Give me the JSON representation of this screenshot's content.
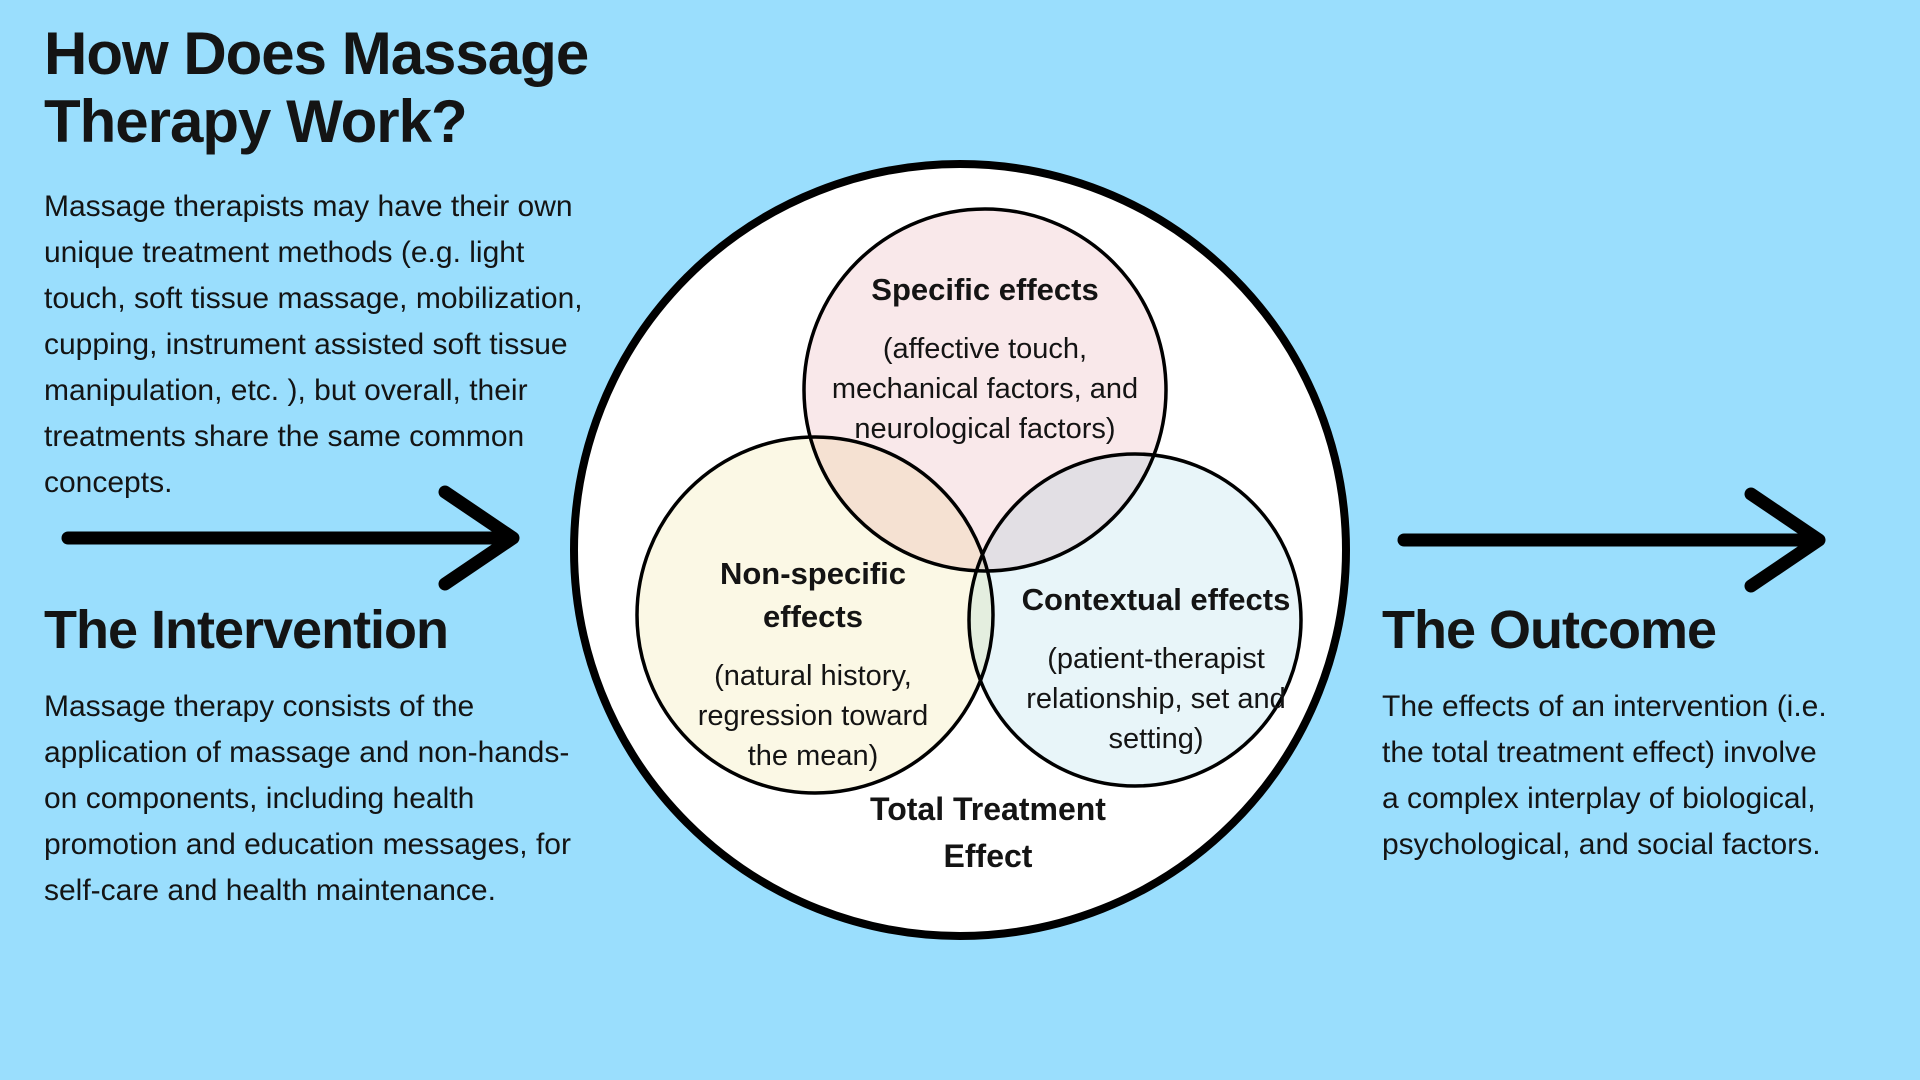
{
  "page": {
    "background_color": "#9ADEFD",
    "text_color": "#141414",
    "circle_outline_color": "#000000",
    "total_circle_fill": "#FFFFFF"
  },
  "header": {
    "title_line1": "How Does Massage",
    "title_line2": "Therapy Work?",
    "intro_lines": [
      "Massage therapists may have their own",
      "unique treatment methods (e.g. light",
      "touch, soft tissue massage, mobilization,",
      "cupping, instrument assisted soft tissue",
      "manipulation, etc. ), but overall, their",
      "treatments share the same common",
      "concepts."
    ]
  },
  "intervention": {
    "heading": "The Intervention",
    "body_lines": [
      "Massage therapy consists of the",
      "application of massage and non-hands-",
      "on components, including health",
      "promotion and education messages, for",
      "self-care and health maintenance."
    ]
  },
  "outcome": {
    "heading": "The Outcome",
    "body_lines": [
      "The effects of an intervention (i.e.",
      "the total treatment effect) involve",
      "a complex interplay of biological,",
      "psychological, and social factors."
    ]
  },
  "venn": {
    "circles": [
      {
        "id": "specific",
        "title": "Specific effects",
        "subtitle_lines": [
          "(affective touch,",
          "mechanical factors, and",
          "neurological factors)"
        ],
        "fill": "#F9E8EA"
      },
      {
        "id": "nonspecific",
        "title_lines": [
          "Non-specific",
          "effects"
        ],
        "subtitle_lines": [
          "(natural history,",
          "regression toward",
          "the mean)"
        ],
        "fill": "#FBF8E5"
      },
      {
        "id": "contextual",
        "title": "Contextual effects",
        "subtitle_lines": [
          "(patient-therapist",
          "relationship, set and",
          "setting)"
        ],
        "fill": "#E8F5F9"
      }
    ],
    "caption_lines": [
      "Total Treatment",
      "Effect"
    ]
  }
}
